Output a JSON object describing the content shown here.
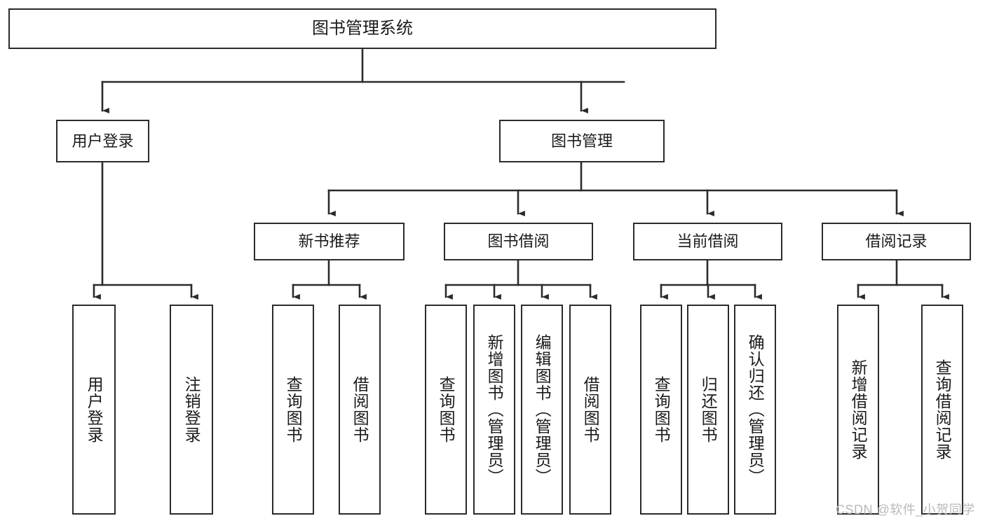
{
  "diagram": {
    "type": "tree",
    "title": "图书管理系统",
    "colors": {
      "box_border": "#2b2b2b",
      "box_fill": "#ffffff",
      "connector": "#2b2b2b",
      "watermark": "#b9b9b9",
      "background": "#ffffff"
    },
    "root": {
      "label": "图书管理系统"
    },
    "level1": [
      {
        "label": "用户登录"
      },
      {
        "label": "图书管理"
      }
    ],
    "level2": [
      {
        "label": "新书推荐"
      },
      {
        "label": "图书借阅"
      },
      {
        "label": "当前借阅"
      },
      {
        "label": "借阅记录"
      }
    ],
    "leaves": {
      "user_login": [
        {
          "label": "用户登录"
        },
        {
          "label": "注销登录"
        }
      ],
      "new_book_recommend": [
        {
          "label": "查询图书"
        },
        {
          "label": "借阅图书"
        }
      ],
      "book_borrow": [
        {
          "label": "查询图书"
        },
        {
          "label": "新增图书（管理员）"
        },
        {
          "label": "编辑图书（管理员）"
        },
        {
          "label": "借阅图书"
        }
      ],
      "current_borrow": [
        {
          "label": "查询图书"
        },
        {
          "label": "归还图书"
        },
        {
          "label": "确认归还（管理员）"
        }
      ],
      "borrow_record": [
        {
          "label": "新增借阅记录"
        },
        {
          "label": "查询借阅记录"
        }
      ]
    },
    "edges": [
      {
        "from": "图书管理系统",
        "to": "用户登录"
      },
      {
        "from": "图书管理系统",
        "to": "图书管理"
      },
      {
        "from": "用户登录",
        "to": "用户登录"
      },
      {
        "from": "用户登录",
        "to": "注销登录"
      },
      {
        "from": "图书管理",
        "to": "新书推荐"
      },
      {
        "from": "图书管理",
        "to": "图书借阅"
      },
      {
        "from": "图书管理",
        "to": "当前借阅"
      },
      {
        "from": "图书管理",
        "to": "借阅记录"
      },
      {
        "from": "新书推荐",
        "to": "查询图书"
      },
      {
        "from": "新书推荐",
        "to": "借阅图书"
      },
      {
        "from": "图书借阅",
        "to": "查询图书"
      },
      {
        "from": "图书借阅",
        "to": "新增图书（管理员）"
      },
      {
        "from": "图书借阅",
        "to": "编辑图书（管理员）"
      },
      {
        "from": "图书借阅",
        "to": "借阅图书"
      },
      {
        "from": "当前借阅",
        "to": "查询图书"
      },
      {
        "from": "当前借阅",
        "to": "归还图书"
      },
      {
        "from": "当前借阅",
        "to": "确认归还（管理员）"
      },
      {
        "from": "借阅记录",
        "to": "新增借阅记录"
      },
      {
        "from": "借阅记录",
        "to": "查询借阅记录"
      }
    ]
  },
  "watermark": {
    "text": "CSDN @软件_小贺同学"
  }
}
